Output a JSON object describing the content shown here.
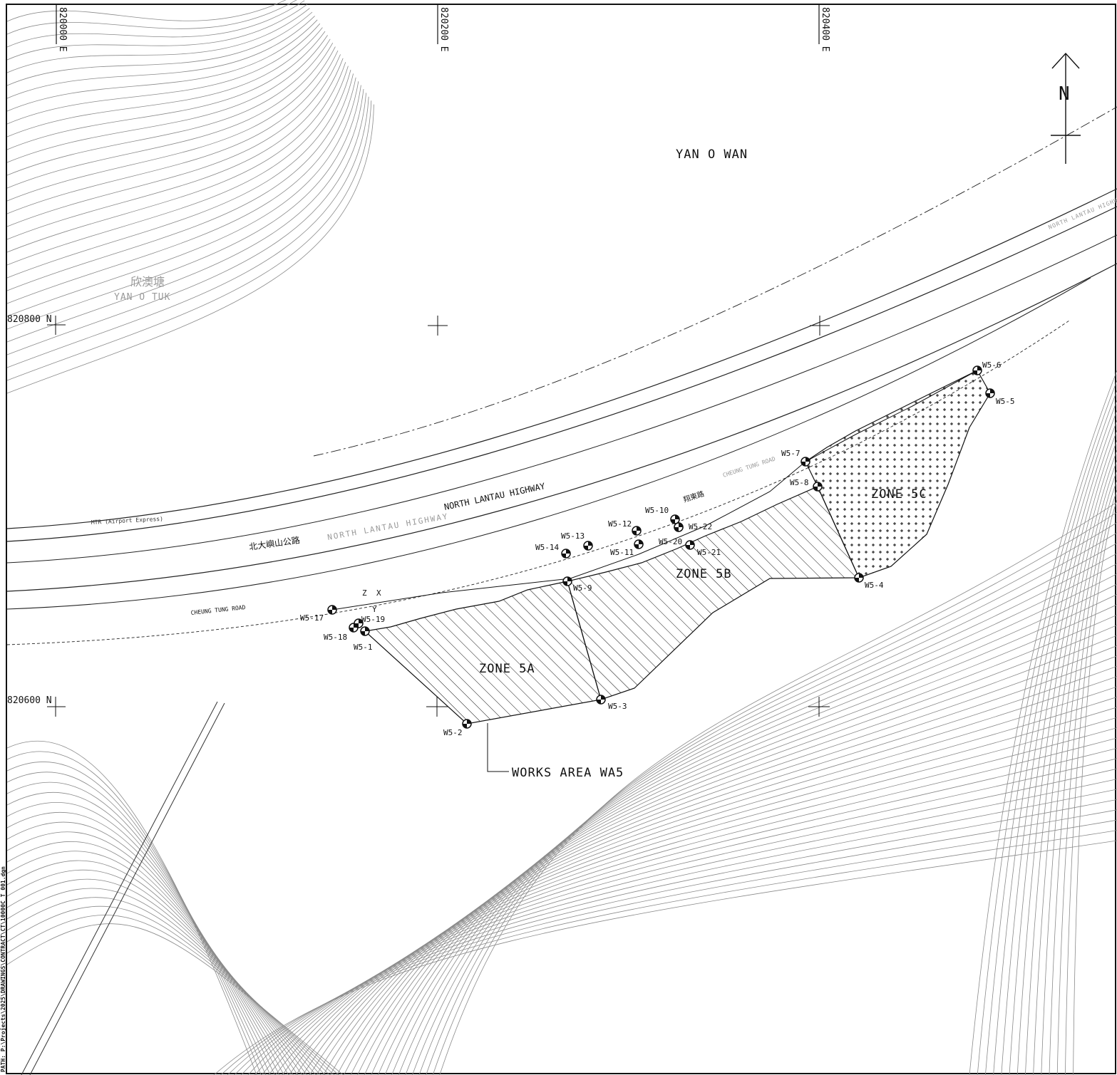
{
  "place_names": {
    "bay": "YAN O WAN",
    "village_cn": "欣澳塘",
    "village_en": "YAN O TUK",
    "highway_cn": "北大嶼山公路",
    "highway_en_1": "NORTH LANTAU HIGHWAY",
    "highway_en_2": "NORTH LANTAU HIGHWAY",
    "highway_en_3": "NORTH LANTAU HIGHWAY",
    "road_1": "CHEUNG TUNG ROAD",
    "road_2": "CHEUNG TUNG ROAD",
    "road_cn": "翔東路",
    "railway": "MTR (Airport Express)"
  },
  "grid": {
    "e1": "820000 E",
    "e2": "820200 E",
    "e3": "820400 E",
    "n1": "820800 N",
    "n2": "820600 N"
  },
  "zones": {
    "zone_5a": "ZONE 5A",
    "zone_5b": "ZONE 5B",
    "zone_5c": "ZONE 5C",
    "works_area": "WORKS AREA WA5"
  },
  "north_arrow": "N",
  "points": {
    "w5_1": "W5-1",
    "w5_2": "W5-2",
    "w5_3": "W5-3",
    "w5_4": "W5-4",
    "w5_5": "W5-5",
    "w5_6": "W5-6",
    "w5_7": "W5-7",
    "w5_8": "W5-8",
    "w5_9": "W5-9",
    "w5_10": "W5-10",
    "w5_11": "W5-11",
    "w5_12": "W5-12",
    "w5_13": "W5-13",
    "w5_14": "W5-14",
    "w5_17": "W5-17",
    "w5_18": "W5-18",
    "w5_19": "W5-19",
    "w5_20": "W5-20",
    "w5_21": "W5-21",
    "w5_22": "W5-22"
  },
  "markers": {
    "x": "X",
    "y": "Y",
    "z": "Z"
  },
  "path_note": "PATH: P:\\Projects\\2025\\DRAWINGS\\CONTRACT\\CT\\10000C_T_001.dgn",
  "colors": {
    "line": "#111111",
    "contour": "#8a8a8a",
    "fill_5c": "#111111"
  }
}
